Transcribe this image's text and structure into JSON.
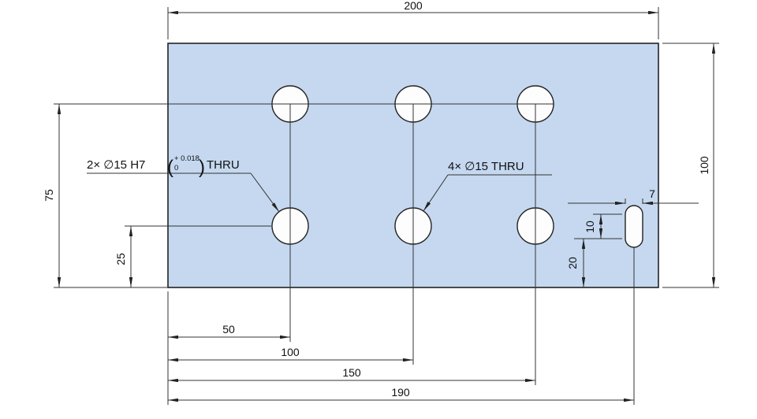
{
  "drawing": {
    "colors": {
      "plate_fill": "#c5d8f0",
      "hole_fill": "#fdfdfd",
      "line": "#222222",
      "text": "#111111"
    },
    "dimensions": {
      "plate_width": "200",
      "plate_height": "100",
      "holes_top_row_from_bottom": "75",
      "holes_bottom_row_from_bottom": "25",
      "col_1": "50",
      "col_2": "100",
      "col_3": "150",
      "slot_position": "190",
      "slot_width": "7",
      "slot_center_spacing": "10",
      "slot_from_bottom": "20"
    },
    "callouts": {
      "reamed_holes": {
        "label": "2× ∅15 H7",
        "paren_open": "(",
        "tolerance_upper": "+ 0.018",
        "tolerance_lower": "0",
        "paren_close": ")",
        "suffix": "THRU"
      },
      "drilled_holes": {
        "label": "4× ∅15 THRU"
      }
    }
  }
}
